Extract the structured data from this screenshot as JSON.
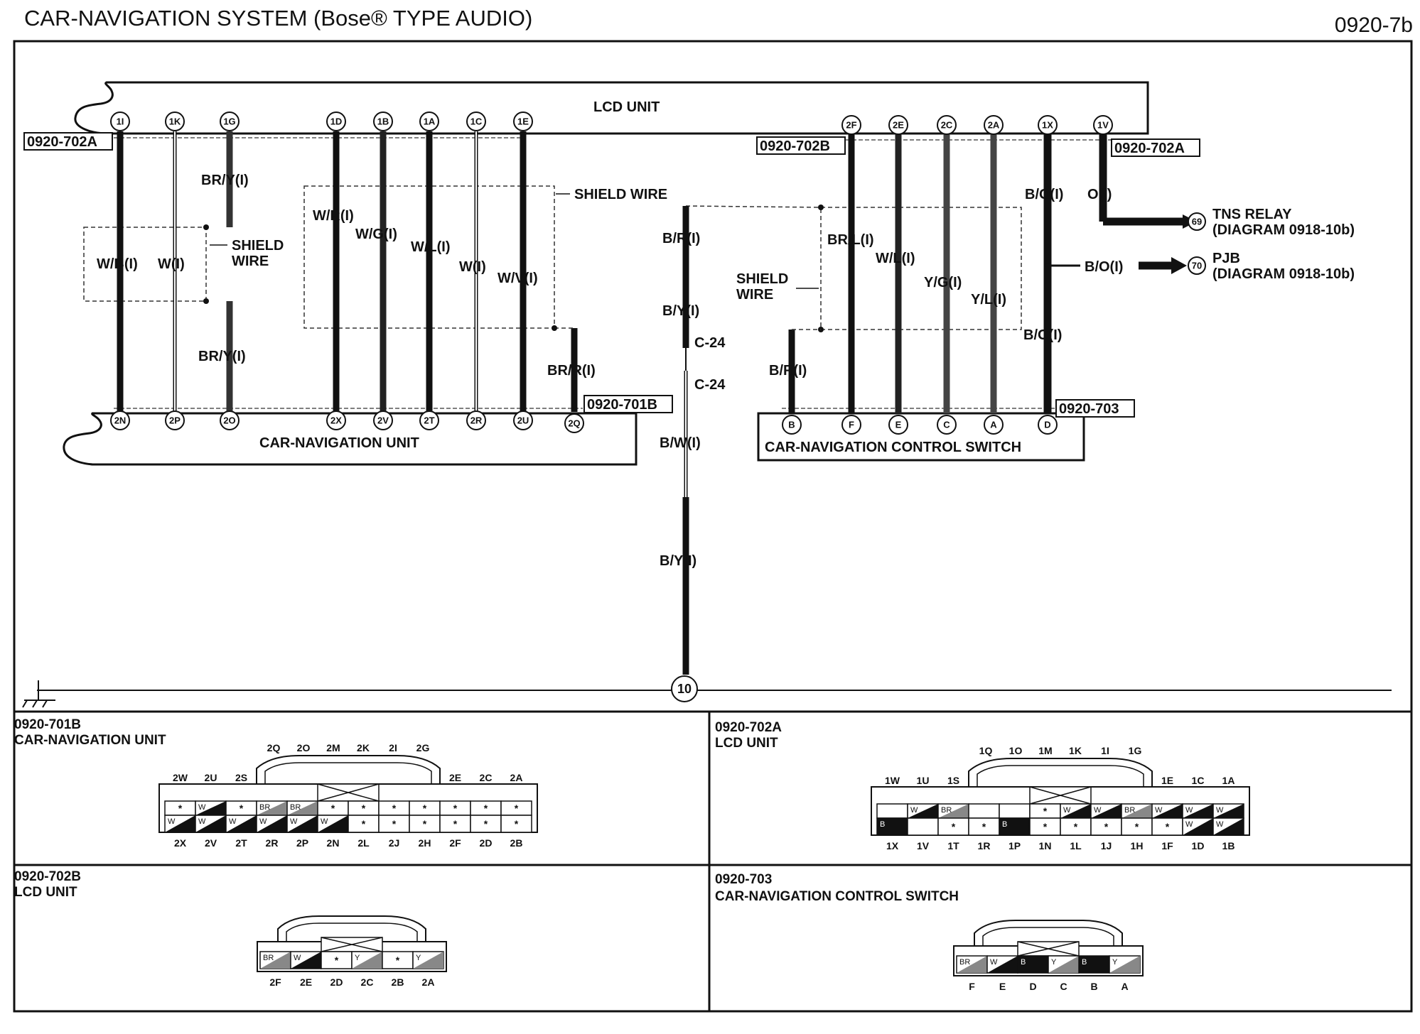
{
  "header": {
    "title": "CAR-NAVIGATION SYSTEM (Bose® TYPE AUDIO)",
    "page_id": "0920-7b"
  },
  "components": {
    "lcd_unit": "LCD UNIT",
    "nav_unit": "CAR-NAVIGATION UNIT",
    "control_switch": "CAR-NAVIGATION CONTROL SWITCH"
  },
  "connector_refs": {
    "c702a_left": "0920-702A",
    "c702a_right": "0920-702A",
    "c702b": "0920-702B",
    "c701b": "0920-701B",
    "c703": "0920-703"
  },
  "splices": {
    "c24_top": "C-24",
    "c24_bottom": "C-24"
  },
  "ground_point": "10",
  "destinations": [
    {
      "marker": "69",
      "label": "TNS RELAY",
      "sub": "(DIAGRAM 0918-10b)"
    },
    {
      "marker": "70",
      "label": "PJB",
      "sub": "(DIAGRAM 0918-10b)"
    }
  ],
  "shield_labels": {
    "left_line1": "SHIELD",
    "left_line2": "WIRE",
    "mid": "SHIELD WIRE",
    "right_line1": "SHIELD",
    "right_line2": "WIRE"
  },
  "wires": [
    {
      "top_pin": "1I",
      "bottom_pin": "2N",
      "label": "W/B(I)"
    },
    {
      "top_pin": "1K",
      "bottom_pin": "2P",
      "label": "W(I)"
    },
    {
      "top_pin": "1G",
      "bottom_pin": "2O",
      "label_top": "BR/Y(I)",
      "label_bottom": "BR/Y(I)"
    },
    {
      "top_pin": "1D",
      "bottom_pin": "2X",
      "label": "W/R(I)"
    },
    {
      "top_pin": "1B",
      "bottom_pin": "2V",
      "label": "W/G(I)"
    },
    {
      "top_pin": "1A",
      "bottom_pin": "2T",
      "label": "W/L(I)"
    },
    {
      "top_pin": "1C",
      "bottom_pin": "2R",
      "label": "W(I)"
    },
    {
      "top_pin": "1E",
      "bottom_pin": "2U",
      "label": "W/V(I)"
    },
    {
      "bottom_pin": "2Q",
      "label": "BR/R(I)"
    },
    {
      "top_pin": "2F",
      "bottom_pin": "F",
      "label": "BR/L(I)"
    },
    {
      "top_pin": "2E",
      "bottom_pin": "E",
      "label": "W/L(I)"
    },
    {
      "top_pin": "2C",
      "bottom_pin": "C",
      "label": "Y/G(I)"
    },
    {
      "top_pin": "2A",
      "bottom_pin": "A",
      "label": "Y/L(I)"
    },
    {
      "bottom_pin": "B",
      "label": "B/R(I)"
    },
    {
      "top_pin": "1X",
      "bottom_pin": "D",
      "label_top": "B/O(I)",
      "label_bottom": "B/O(I)",
      "label_branch": "B/O(I)"
    },
    {
      "top_pin": "1V",
      "label": "O(I)"
    }
  ],
  "ground_wire_labels": [
    "B/R(I)",
    "B/Y(I)",
    "B/W(I)",
    "B/Y(I)"
  ],
  "connector_views": [
    {
      "ref": "0920-701B",
      "name": "CAR-NAVIGATION UNIT",
      "top_pins": [
        "2Q",
        "2O",
        "2M",
        "2K",
        "2I",
        "2G"
      ],
      "upper_pins": [
        "2W",
        "2U",
        "2S",
        "2E",
        "2C",
        "2A"
      ],
      "row1": [
        "*",
        "W",
        "*",
        "BR",
        "BR",
        "*",
        "*",
        "*",
        "*",
        "*",
        "*",
        "*"
      ],
      "row2": [
        "W",
        "W",
        "W",
        "W",
        "W",
        "W",
        "*",
        "*",
        "*",
        "*",
        "*",
        "*"
      ],
      "bottom_pins": [
        "2X",
        "2V",
        "2T",
        "2R",
        "2P",
        "2N",
        "2L",
        "2J",
        "2H",
        "2F",
        "2D",
        "2B"
      ]
    },
    {
      "ref": "0920-702A",
      "name": "LCD UNIT",
      "top_pins": [
        "1Q",
        "1O",
        "1M",
        "1K",
        "1I",
        "1G"
      ],
      "upper_pins": [
        "1W",
        "1U",
        "1S",
        "1E",
        "1C",
        "1A"
      ],
      "row1": [
        "",
        "W",
        "BR",
        "",
        "",
        "*",
        "W",
        "W",
        "BR",
        "W",
        "W",
        "W"
      ],
      "row2": [
        "B",
        "",
        "*",
        "*",
        "B",
        "*",
        "*",
        "*",
        "*",
        "*",
        "W",
        "W"
      ],
      "bottom_pins": [
        "1X",
        "1V",
        "1T",
        "1R",
        "1P",
        "1N",
        "1L",
        "1J",
        "1H",
        "1F",
        "1D",
        "1B"
      ]
    },
    {
      "ref": "0920-702B",
      "name": "LCD UNIT",
      "row1": [
        "BR",
        "W",
        "*",
        "Y",
        "*",
        "Y"
      ],
      "bottom_pins": [
        "2F",
        "2E",
        "2D",
        "2C",
        "2B",
        "2A"
      ]
    },
    {
      "ref": "0920-703",
      "name": "CAR-NAVIGATION CONTROL SWITCH",
      "row1": [
        "BR",
        "W",
        "B",
        "Y",
        "B",
        "Y"
      ],
      "bottom_pins": [
        "F",
        "E",
        "D",
        "C",
        "B",
        "A"
      ]
    }
  ]
}
